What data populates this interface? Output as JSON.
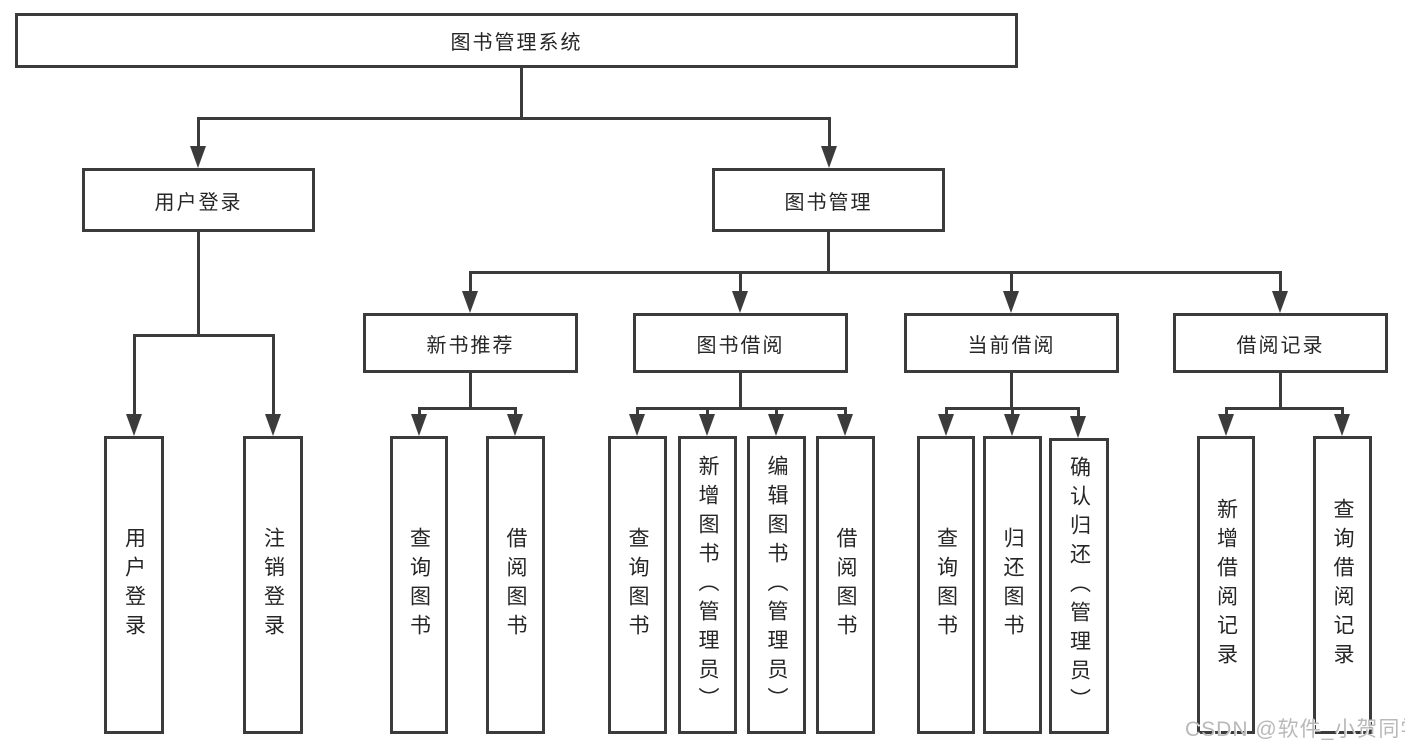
{
  "diagram": {
    "root": {
      "label": "图书管理系统"
    },
    "level2": [
      {
        "label": "用户登录"
      },
      {
        "label": "图书管理"
      }
    ],
    "level3": [
      {
        "label": "新书推荐"
      },
      {
        "label": "图书借阅"
      },
      {
        "label": "当前借阅"
      },
      {
        "label": "借阅记录"
      }
    ],
    "leaves": {
      "login": [
        "用户登录",
        "注销登录"
      ],
      "recommend": [
        "查询图书",
        "借阅图书"
      ],
      "borrow": [
        "查询图书",
        "新增图书（管理员）",
        "编辑图书（管理员）",
        "借阅图书"
      ],
      "current": [
        "查询图书",
        "归还图书",
        "确认归还（管理员）"
      ],
      "records": [
        "新增借阅记录",
        "查询借阅记录"
      ]
    },
    "watermark": "CSDN @软件_小贺同学",
    "colors": {
      "line": "#3b3b3b",
      "text": "#262626",
      "background": "#ffffff",
      "watermark": "#b9b9b9"
    }
  }
}
